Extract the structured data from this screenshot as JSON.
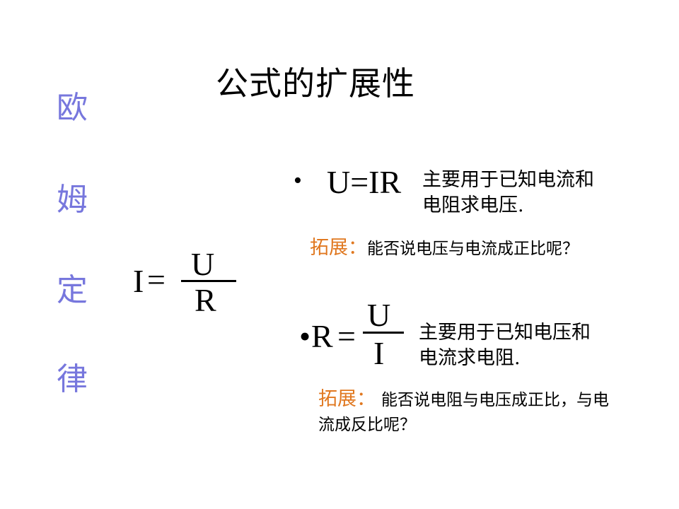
{
  "title": "公式的扩展性",
  "side_title": [
    "欧",
    "姆",
    "定",
    "律"
  ],
  "main_formula": {
    "lhs": "I",
    "eq": "=",
    "numerator": "U",
    "denominator": "R"
  },
  "item1": {
    "bullet": "•",
    "formula": "U=IR",
    "desc_line1": "主要用于已知电流和",
    "desc_line2": "电阻求电压.",
    "ext_label": "拓展：",
    "ext_text": "能否说电压与电流成正比呢？"
  },
  "item2": {
    "bullet": "•",
    "lhs": "R",
    "eq": "=",
    "numerator": "U",
    "denominator": "I",
    "desc_line1": "主要用于已知电压和",
    "desc_line2": "电流求电阻.",
    "ext_label": "拓展：",
    "ext_text_line1": "能否说电阻与电压成正比，与电",
    "ext_text_line2": "流成反比呢？"
  },
  "colors": {
    "side_title": "#7777dd",
    "ext_label": "#e07820",
    "text": "#000000"
  }
}
